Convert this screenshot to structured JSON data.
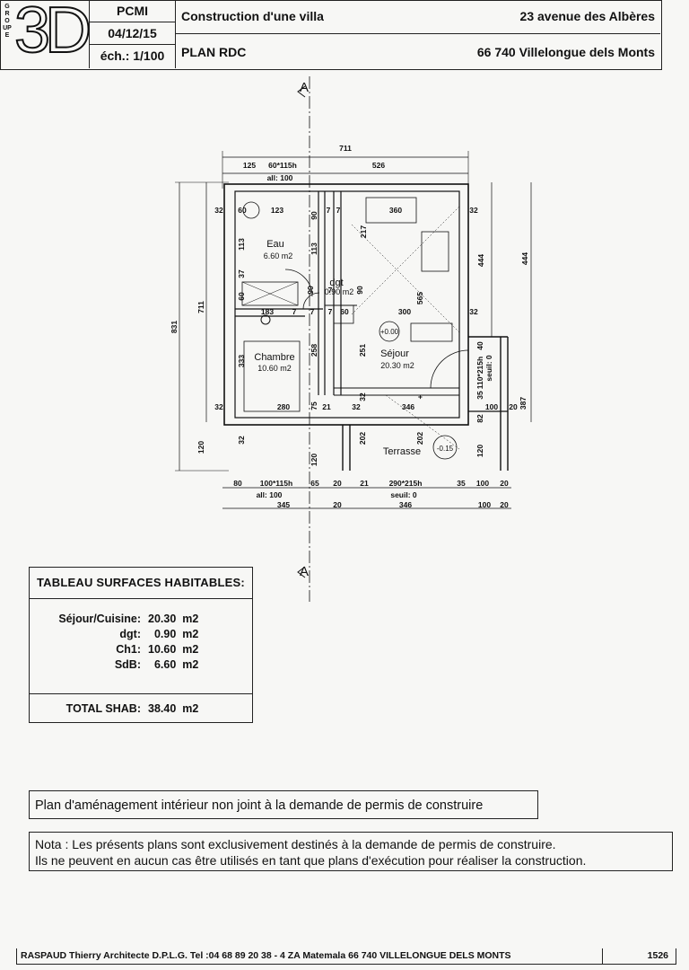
{
  "plan": {
    "section_mark": "A",
    "rooms": {
      "eau": {
        "name": "Eau",
        "area": "6.60 m2"
      },
      "dgt": {
        "name": "dgt",
        "area": "0.90 m2"
      },
      "chambre": {
        "name": "Chambre",
        "area": "10.60 m2"
      },
      "sejour": {
        "name": "Séjour",
        "area": "20.30 m2"
      },
      "terrasse": {
        "name": "Terrasse"
      }
    },
    "levels": {
      "floor": "+0.00",
      "terrace": "-0.15"
    },
    "dims": {
      "total_width": "711",
      "top_chain": [
        "125",
        "60*115h",
        "all: 100",
        "526"
      ],
      "top_walls": [
        "32",
        "32",
        "32"
      ],
      "left_total": "831",
      "left_inner": "711",
      "left_bottom": "120",
      "right_444_a": "444",
      "right_444_b": "444",
      "right_387": "387",
      "bottom_chain_1": [
        "80",
        "100*115h",
        "65",
        "20",
        "21",
        "290*215h",
        "35",
        "100",
        "20"
      ],
      "bottom_chain_1_sub": [
        "all: 100",
        "seuil: 0"
      ],
      "bottom_chain_2": [
        "345",
        "20",
        "346",
        "100",
        "20"
      ],
      "interior": [
        "32",
        "60",
        "123",
        "7",
        "90",
        "7",
        "360",
        "32",
        "113",
        "217",
        "90",
        "7",
        "113",
        "37",
        "90",
        "60",
        "7",
        "565",
        "183",
        "7",
        "90",
        "7",
        "60",
        "300",
        "32",
        "333",
        "258",
        "251",
        "+",
        "40",
        "110*215h",
        "35",
        "seuil: 0",
        "32",
        "280",
        "75",
        "21",
        "32",
        "346",
        "82",
        "100",
        "20",
        "32",
        "120",
        "32",
        "202",
        "202",
        "120"
      ]
    }
  },
  "surfaces": {
    "title": "TABLEAU SURFACES HABITABLES:",
    "rows": [
      {
        "label": "Séjour/Cuisine:",
        "value": "20.30",
        "unit": "m2"
      },
      {
        "label": "dgt:",
        "value": "0.90",
        "unit": "m2"
      },
      {
        "label": "Ch1:",
        "value": "10.60",
        "unit": "m2"
      },
      {
        "label": "SdB:",
        "value": "6.60",
        "unit": "m2"
      }
    ],
    "total_label": "TOTAL SHAB:",
    "total_value": "38.40",
    "total_unit": "m2"
  },
  "notice": "Plan d'aménagement intérieur non joint à la demande de permis de construire",
  "note": {
    "line1": "Nota : Les présents plans sont exclusivement destinés à la demande de permis de construire.",
    "line2": "Ils ne peuvent en aucun cas être utilisés en tant que plans d'exécution pour réaliser la construction."
  },
  "titleblock": {
    "logo_vertical": "GROUPE",
    "logo": "3D",
    "pcmi": "PCMI",
    "date": "04/12/15",
    "scale": "éch.: 1/100",
    "project": "Construction d'une villa",
    "address1": "23 avenue des Albères",
    "sheet": "PLAN RDC",
    "address2": "66 740 Villelongue dels Monts",
    "footer": "RASPAUD Thierry Architecte D.P.L.G. Tel :04 68 89 20 38 - 4 ZA Matemala 66 740 VILLELONGUE DELS MONTS",
    "number": "1526"
  }
}
